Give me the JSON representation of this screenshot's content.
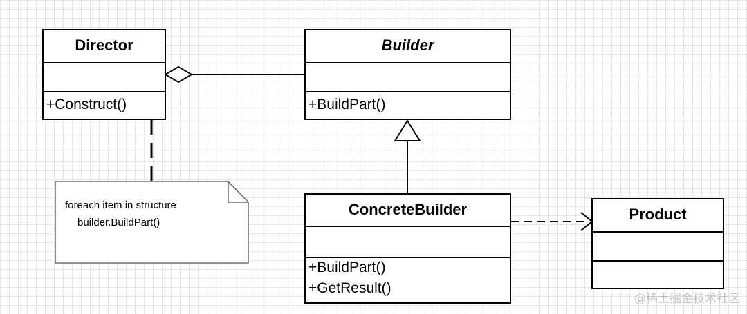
{
  "classes": {
    "director": {
      "name": "Director",
      "operations": [
        "+Construct()"
      ]
    },
    "builder": {
      "name": "Builder",
      "operations": [
        "+BuildPart()"
      ]
    },
    "concrete_builder": {
      "name": "ConcreteBuilder",
      "operations": [
        "+BuildPart()",
        "+GetResult()"
      ]
    },
    "product": {
      "name": "Product",
      "operations": []
    }
  },
  "note": {
    "lines": [
      "foreach item in structure",
      "builder.BuildPart()"
    ]
  },
  "relations": [
    {
      "from": "Director",
      "to": "Builder",
      "kind": "aggregation"
    },
    {
      "from": "ConcreteBuilder",
      "to": "Builder",
      "kind": "generalization"
    },
    {
      "from": "ConcreteBuilder",
      "to": "Product",
      "kind": "dependency"
    },
    {
      "from": "note",
      "to": "Director",
      "kind": "note-anchor"
    }
  ],
  "watermark": "@稀土掘金技术社区"
}
